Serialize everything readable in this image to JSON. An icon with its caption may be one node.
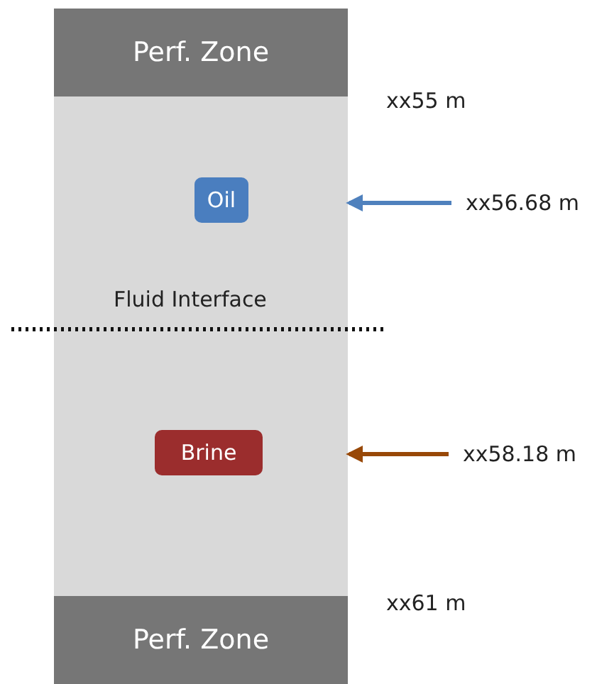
{
  "diagram": {
    "nodes": [
      {
        "text": [],
        "shape": "bar"
      },
      {
        "text": [
          "Perf. Zone"
        ],
        "in": 0
      },
      {
        "text": [
          "Oil"
        ],
        "in": 0
      },
      {
        "text": [
          "Brine"
        ],
        "in": 0
      },
      {
        "text": [
          "Perf. Zone"
        ],
        "in": 0
      },
      {
        "text": [
          "xx56.68 m"
        ]
      },
      {
        "text": [
          "xx58.18 m"
        ]
      }
    ],
    "edges": [
      {
        "from": 5,
        "to": 0,
        "arrow": "to",
        "color": "#4f81bd"
      },
      {
        "from": 6,
        "to": 0,
        "arrow": "to",
        "color": "#984807"
      }
    ],
    "labels": [
      "xx55 m",
      "Fluid Interface",
      "xx61 m"
    ]
  }
}
